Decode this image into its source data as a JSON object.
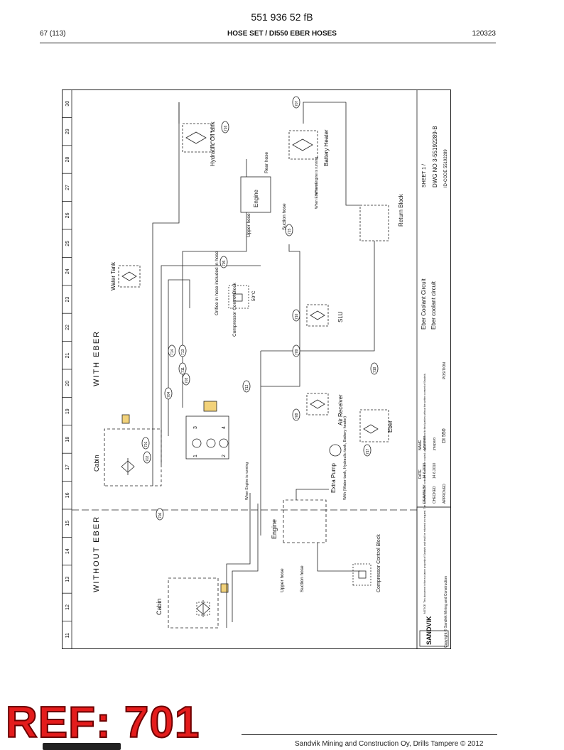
{
  "header": {
    "doc_number": "551 936 52 fB",
    "page_count": "67 (113)",
    "title": "HOSE SET / DI550 EBER HOSES",
    "code": "120323"
  },
  "footer": {
    "ref_stamp": "REF: 701",
    "text": "Sandvik Mining and Construction Oy, Drills Tampere © 2012"
  },
  "drawing": {
    "grid_columns": [
      "11",
      "12",
      "13",
      "14",
      "15",
      "16",
      "17",
      "18",
      "19",
      "20",
      "21",
      "22",
      "23",
      "24",
      "25",
      "26",
      "27",
      "28",
      "29",
      "30"
    ],
    "section_with": "WITH EBER",
    "section_without": "WITHOUT EBER",
    "components": {
      "hydraulic_tank": "Hydraulic Oil tank",
      "battery_heater": "Battery Heater",
      "engine": "Engine",
      "water_tank": "Water Tank",
      "orifice": "Orifice in hose included in hose",
      "compressor_cb": "Compressor Control Block",
      "slu": "SLU",
      "air_receiver": "Air Receiver",
      "eber": "Eber",
      "return_block": "Return Block",
      "cabin": "Cabin",
      "extra_pump": "Extra Pump",
      "extra_pump_note": "With (Water tank, Hydraulic tank, Battery heater)",
      "temp": "50°C"
    },
    "hose_labels": {
      "rear": "Rear hose",
      "upper": "Upper hose",
      "suction": "Suction hose",
      "running": "When Engine is running",
      "not_running": "When Eber is on",
      "running2": "When Engine is running"
    },
    "hose_refs": [
      "701",
      "702",
      "703",
      "704",
      "705",
      "706",
      "707",
      "708",
      "709",
      "710",
      "711",
      "712",
      "713",
      "714",
      "715",
      "716",
      "717",
      "718"
    ],
    "title_block": {
      "company": "SANDVIK",
      "copyright": "Copyright © Sandvik Mining and Construction",
      "notice": "NOTICE: This document is the exclusive property of Sandvik and shall be returned on request. The document and its contents must not be copied, used or disclosed to third parties without the written consent of Sandvik.",
      "drawn_by": "DRAWN BY",
      "checked": "CHECKED",
      "approved": "APPROVED",
      "date_h": "DATE",
      "name_h": "NAME",
      "date1": "14.6.2010",
      "date2": "14.6.2010",
      "name1": "jypponen",
      "name2": "jmaparo",
      "model": "DI 550",
      "position": "POSITION",
      "circuit1": "Eber Coolant Circuit",
      "circuit2": "Eber coolant circuit",
      "sheet": "SHEET 1 /",
      "dwg_no": "DWG NO 3-55192289-B",
      "id_code": "ID-CODE 55192289"
    }
  }
}
